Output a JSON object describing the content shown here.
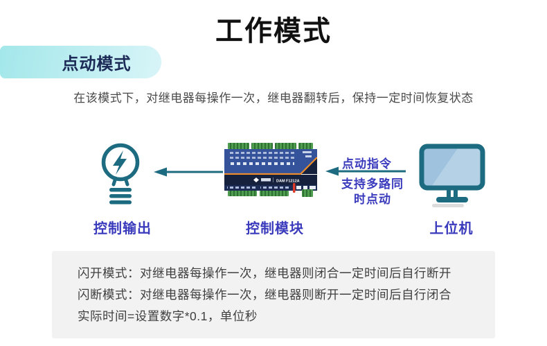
{
  "header": {
    "title": "工作模式",
    "mode_badge": "点动模式",
    "description": "在该模式下，对继电器每操作一次，继电器翻转后，保持一定时间恢复状态"
  },
  "diagram": {
    "output_label": "控制输出",
    "module_label": "控制模块",
    "host_label": "上位机",
    "module_model": "DAM F1212A",
    "command_label": "点动指令",
    "command_note": "支持多路同时点动"
  },
  "notes": {
    "line1": "闪开模式：对继电器每操作一次，继电器则闭合一定时间后自行断开",
    "line2": "闪断模式：对继电器每操作一次，继电器则断开一定时间后自行闭合",
    "line3": "实际时间=设置数字*0.1，单位秒"
  },
  "colors": {
    "accent_teal": "#1d6b80",
    "label_blue": "#3a3abd",
    "badge_gradient_start": "#a3e7ea",
    "badge_gradient_end": "#d8f5f8",
    "badge_text": "#1b2a56",
    "title_black": "#111111",
    "notes_background": "#f2f2f2",
    "device_body_blue": "#35539b",
    "device_band_navy": "#16213d",
    "device_accent_orange": "#ef8c2b",
    "terminal_green": "#4f9e4f",
    "screen_blue": "#9fc3de",
    "red_indicator": "#e23a28"
  }
}
